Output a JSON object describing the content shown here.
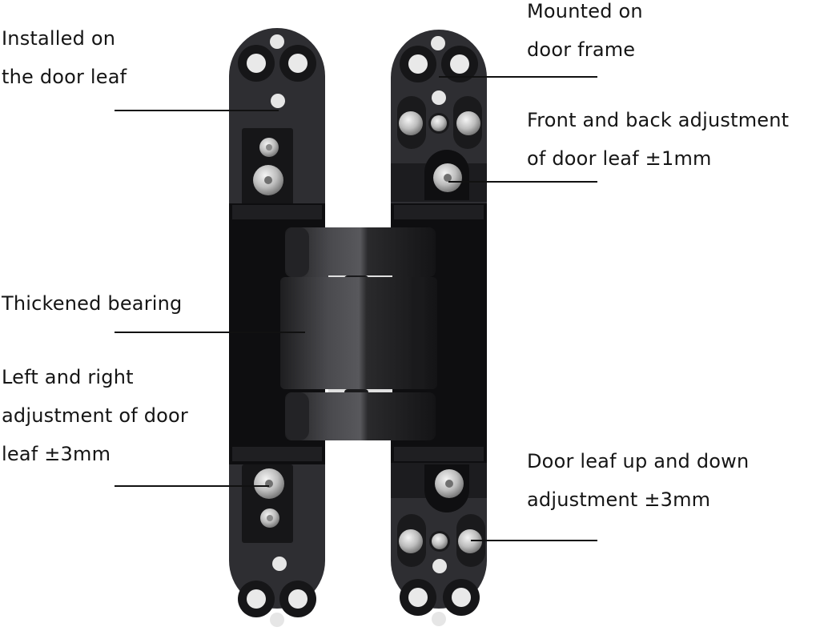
{
  "diagram": {
    "subject": "Concealed 3D adjustable door hinge",
    "colors": {
      "background": "#ffffff",
      "hinge_body": "#2c2c30",
      "hinge_dark": "#121214",
      "screw": "#c9c9c9",
      "leader_line": "#111111",
      "text": "#151515"
    },
    "labels": {
      "installed": {
        "line1": "Installed on",
        "line2": "the door leaf"
      },
      "mounted": {
        "line1": "Mounted on",
        "line2": "door frame"
      },
      "front_back": {
        "line1": "Front and back adjustment",
        "line2": "of door leaf ±1mm"
      },
      "bearing": {
        "line1": "Thickened bearing"
      },
      "left_right": {
        "line1": "Left and right",
        "line2": "adjustment of door",
        "line3": "leaf ±3mm"
      },
      "up_down": {
        "line1": "Door leaf up and down",
        "line2": "adjustment ±3mm"
      }
    }
  }
}
